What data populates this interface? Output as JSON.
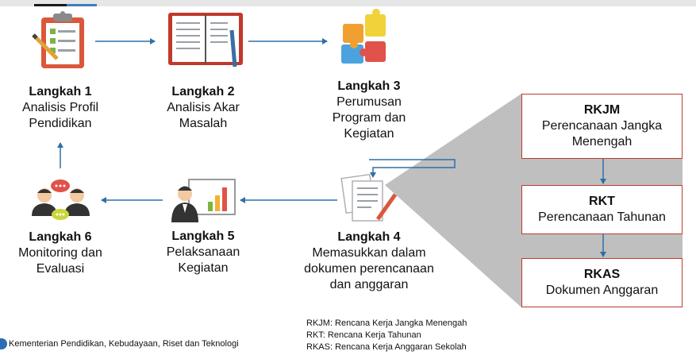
{
  "steps": [
    {
      "title": "Langkah 1",
      "desc": "Analisis Profil\nPendidikan"
    },
    {
      "title": "Langkah 2",
      "desc": "Analisis Akar\nMasalah"
    },
    {
      "title": "Langkah 3",
      "desc": "Perumusan\nProgram dan\nKegiatan"
    },
    {
      "title": "Langkah 4",
      "desc": "Memasukkan dalam\ndokumen perencanaan\ndan anggaran"
    },
    {
      "title": "Langkah 5",
      "desc": "Pelaksanaan\nKegiatan"
    },
    {
      "title": "Langkah 6",
      "desc": "Monitoring dan\nEvaluasi"
    }
  ],
  "boxes": [
    {
      "title": "RKJM",
      "desc": "Perencanaan Jangka\nMenengah"
    },
    {
      "title": "RKT",
      "desc": "Perencanaan Tahunan"
    },
    {
      "title": "RKAS",
      "desc": "Dokumen Anggaran"
    }
  ],
  "legend": [
    "RKJM: Rencana Kerja Jangka Menengah",
    "RKT: Rencana Kerja Tahunan",
    "RKAS: Rencana Kerja Anggaran Sekolah"
  ],
  "footer": {
    "text": "Kementerian Pendidikan, Kebudayaan, Riset dan Teknologi"
  },
  "icons": [
    "clipboard-checklist-icon",
    "open-notebook-icon",
    "puzzle-pieces-icon",
    "documents-pen-icon",
    "presenter-chart-icon",
    "people-discussion-icon"
  ],
  "colors": {
    "arrow": "#2f6fa8",
    "box_border": "#c0392b",
    "funnel": "#bfbfbf"
  }
}
